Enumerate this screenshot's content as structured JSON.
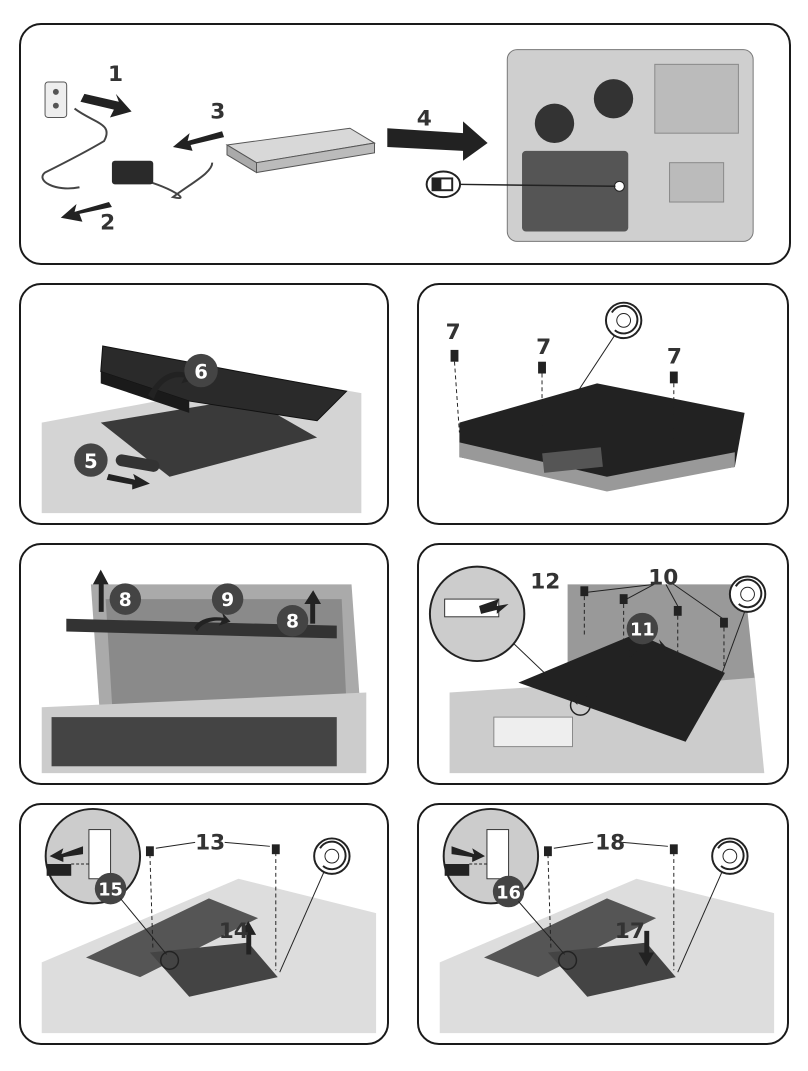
{
  "panels": [
    {
      "id": "p1",
      "steps": [
        "1",
        "2",
        "3",
        "4"
      ]
    },
    {
      "id": "p2",
      "steps": [
        "5",
        "6"
      ]
    },
    {
      "id": "p3",
      "steps": [
        "7",
        "7",
        "7"
      ]
    },
    {
      "id": "p4",
      "steps": [
        "8",
        "9",
        "8"
      ]
    },
    {
      "id": "p5",
      "steps": [
        "10",
        "11",
        "12"
      ]
    },
    {
      "id": "p6",
      "steps": [
        "13",
        "14",
        "15"
      ]
    },
    {
      "id": "p7",
      "steps": [
        "16",
        "17",
        "18"
      ]
    }
  ],
  "icons": [
    "battery-icon",
    "screw-rotate-icon",
    "screw-rotate-icon",
    "screw-rotate-icon",
    "screw-rotate-icon"
  ],
  "colors": {
    "frame": "#1a1a1a",
    "device_dark": "#2a2a2a",
    "device_light": "#cfcfcf",
    "arrow": "#222222"
  }
}
